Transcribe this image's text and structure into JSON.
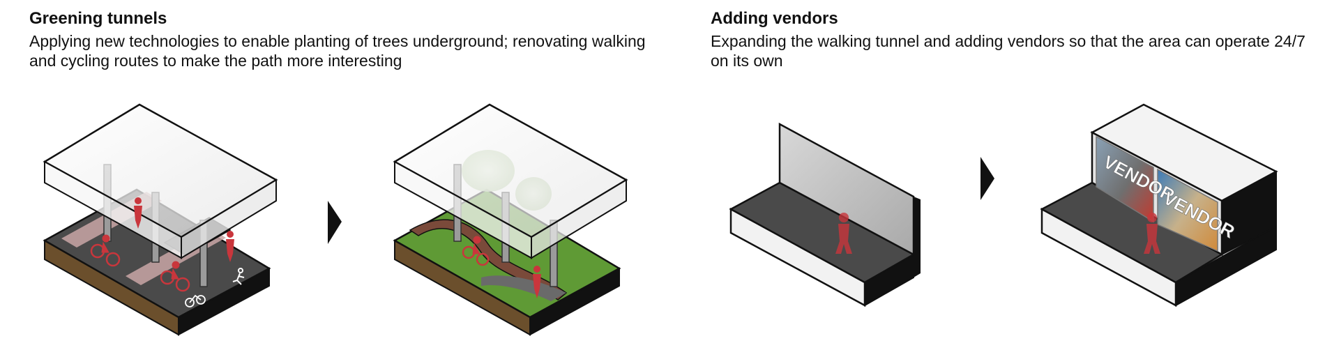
{
  "panels": [
    {
      "title": "Greening tunnels",
      "description": "Applying new technologies to enable planting of trees underground; renovating walking and cycling routes to make the path more interesting"
    },
    {
      "title": "Adding vendors",
      "description": "Expanding the walking tunnel and adding vendors so that the area can operate 24/7 on its own"
    }
  ],
  "signs": [
    "VENDOR",
    "VENDOR"
  ],
  "colors": {
    "figure_red": "#c9363c",
    "asphalt": "#4a4a4a",
    "soil": "#6b4f2c",
    "grass": "#5f9a35",
    "path_brown": "#7a4a3a",
    "lane_pink": "#c9a6a6",
    "concrete": "#cfcfcf",
    "ceiling_white": "#f3f3f3"
  },
  "icons": [
    "cyclist-icon",
    "pedestrian-icon",
    "arrow-right-icon"
  ]
}
